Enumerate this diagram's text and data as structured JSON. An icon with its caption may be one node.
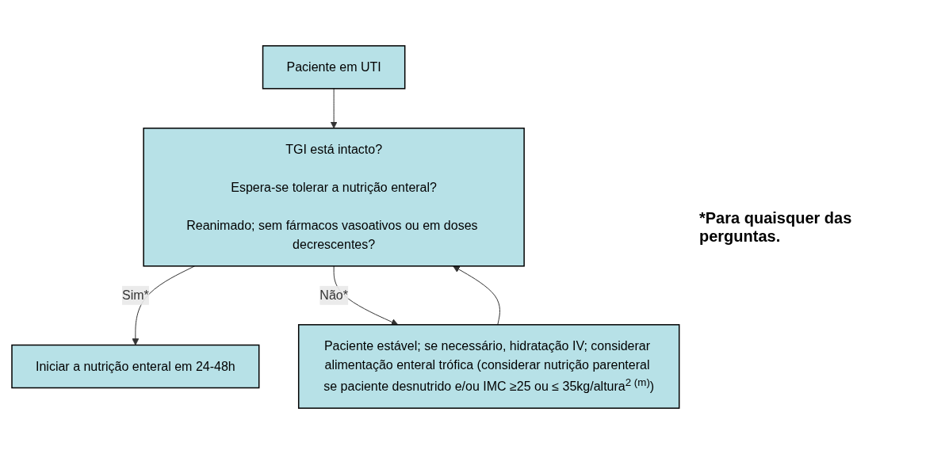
{
  "diagram": {
    "nodes": [
      {
        "text": [
          "Paciente em UTI"
        ]
      },
      {
        "text": [
          "TGI está intacto?",
          "Espera-se tolerar a nutrição enteral?",
          "Reanimado; sem fármacos vasoativos ou em doses decrescentes?"
        ]
      },
      {
        "text": [
          "Iniciar a nutrição enteral em 24-48h"
        ]
      },
      {
        "text": [
          "Paciente estável; se necessário, hidratação IV; considerar alimentação enteral trófica (considerar nutrição parenteral se paciente desnutrido e/ou IMC ≥25 ou ≤ 35kg/altura$^{2 (m)}$)"
        ]
      }
    ],
    "edges": [
      {
        "from": 0,
        "to": 1,
        "arrow": "to"
      },
      {
        "from": 1,
        "to": 2,
        "arrow": "to",
        "label": "Sim*"
      },
      {
        "from": 1,
        "to": 3,
        "arrow": "to",
        "label": "Não*"
      },
      {
        "from": 3,
        "to": 1,
        "arrow": "to"
      }
    ],
    "labels": [
      "*Para quaisquer das perguntas."
    ]
  }
}
